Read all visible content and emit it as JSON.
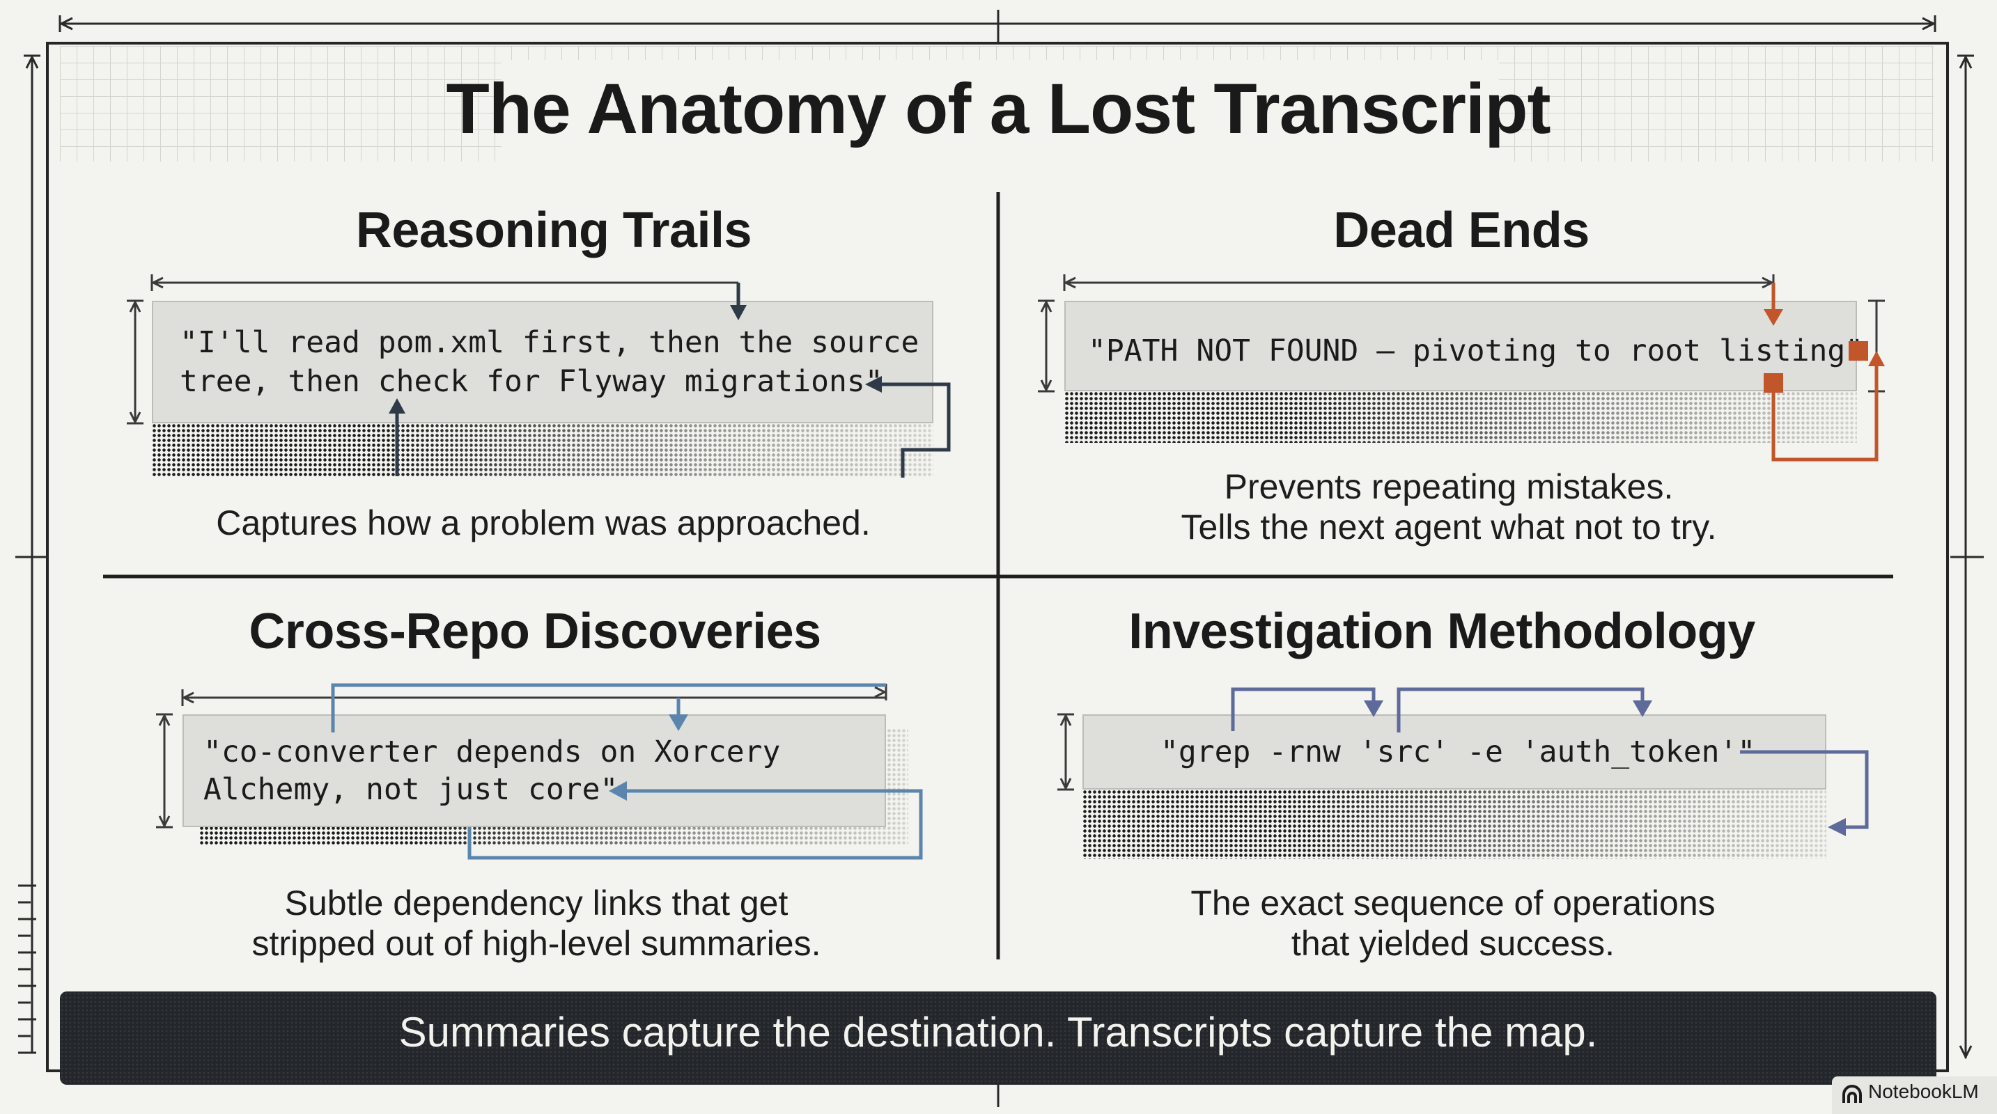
{
  "title": "The Anatomy of a Lost Transcript",
  "sections": [
    {
      "heading": "Reasoning Trails",
      "code_lines": [
        "\"I'll read pom.xml first, then the source",
        "tree, then check for Flyway migrations\""
      ],
      "caption_lines": [
        "Captures how a problem was approached."
      ]
    },
    {
      "heading": "Dead Ends",
      "code_lines": [
        "\"PATH NOT FOUND — pivoting to root listing\""
      ],
      "caption_lines": [
        "Prevents repeating mistakes.",
        "Tells the next agent what not to try."
      ]
    },
    {
      "heading": "Cross-Repo Discoveries",
      "code_lines": [
        "\"co-converter depends on Xorcery",
        "Alchemy, not just core\""
      ],
      "caption_lines": [
        "Subtle dependency links that get",
        "stripped out of high-level summaries."
      ]
    },
    {
      "heading": "Investigation Methodology",
      "code_lines": [
        "\"grep -rnw 'src' -e 'auth_token'\""
      ],
      "caption_lines": [
        "The exact sequence of operations",
        "that yielded success."
      ]
    }
  ],
  "footer": "Summaries capture the destination. Transcripts capture the map.",
  "badge": "NotebookLM",
  "colors": {
    "dark_arrow": "#2e3a48",
    "dead_end_accent": "#c0562a",
    "cross_repo_accent": "#5b85ad",
    "methodology_accent": "#5d6a9a",
    "footer_bg": "#23272b"
  }
}
